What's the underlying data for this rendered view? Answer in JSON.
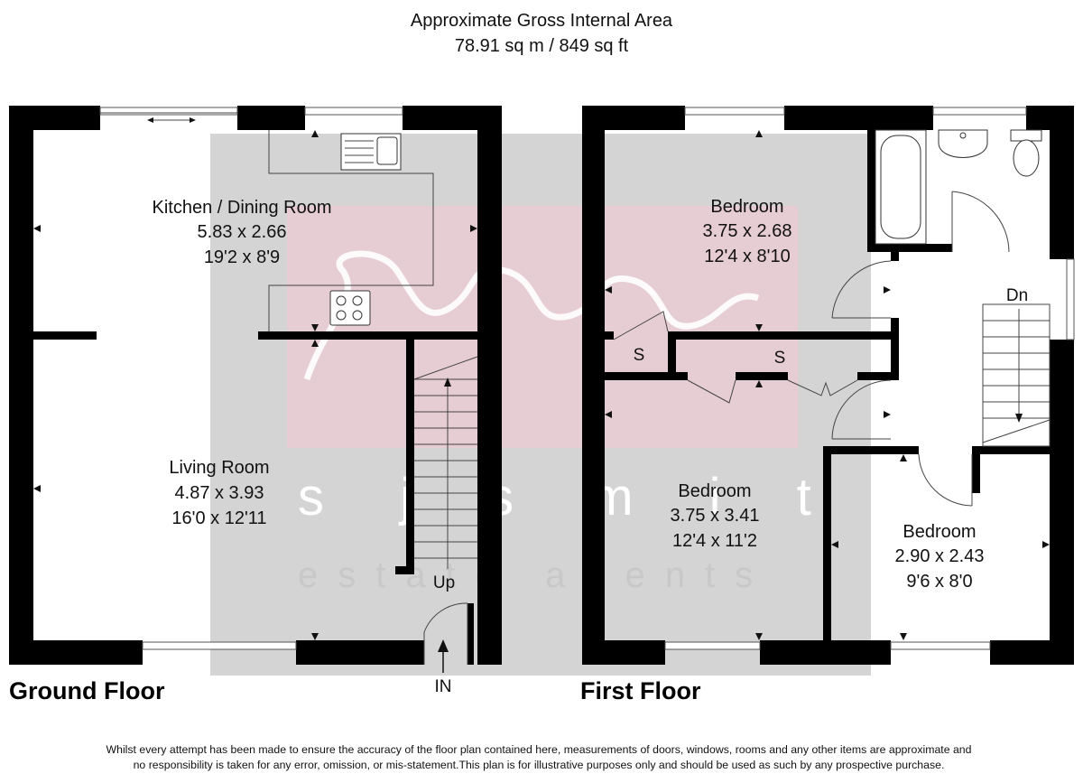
{
  "header": {
    "line1": "Approximate Gross Internal Area",
    "line2": "78.91 sq m / 849 sq ft"
  },
  "watermark": {
    "letters": "s j s m i t h",
    "tagline": "estate agents",
    "colors": {
      "panel": "#d4d4d4",
      "pink": "#e6cdd3",
      "j": "#e3a9b4"
    }
  },
  "ground_floor": {
    "label": "Ground Floor",
    "rooms": [
      {
        "name": "Kitchen / Dining Room",
        "metric": "5.83 x 2.66",
        "imperial": "19'2 x 8'9"
      },
      {
        "name": "Living Room",
        "metric": "4.87 x 3.93",
        "imperial": "16'0 x 12'11"
      }
    ],
    "stairs_label": "Up",
    "entrance_label": "IN"
  },
  "first_floor": {
    "label": "First Floor",
    "rooms": [
      {
        "name": "Bedroom",
        "metric": "3.75 x 2.68",
        "imperial": "12'4 x 8'10"
      },
      {
        "name": "Bedroom",
        "metric": "3.75 x 3.41",
        "imperial": "12'4 x 11'2"
      },
      {
        "name": "Bedroom",
        "metric": "2.90 x 2.43",
        "imperial": "9'6 x 8'0"
      }
    ],
    "storage_label_1": "S",
    "storage_label_2": "S",
    "stairs_label": "Dn"
  },
  "disclaimer": {
    "line1": "Whilst every attempt has been made to ensure the accuracy of the floor plan contained here, measurements of doors, windows, rooms and any other items are approximate and",
    "line2": "no responsibility is taken for any error, omission, or mis-statement.This plan is for illustrative purposes only and should be used as such by any prospective purchase."
  }
}
